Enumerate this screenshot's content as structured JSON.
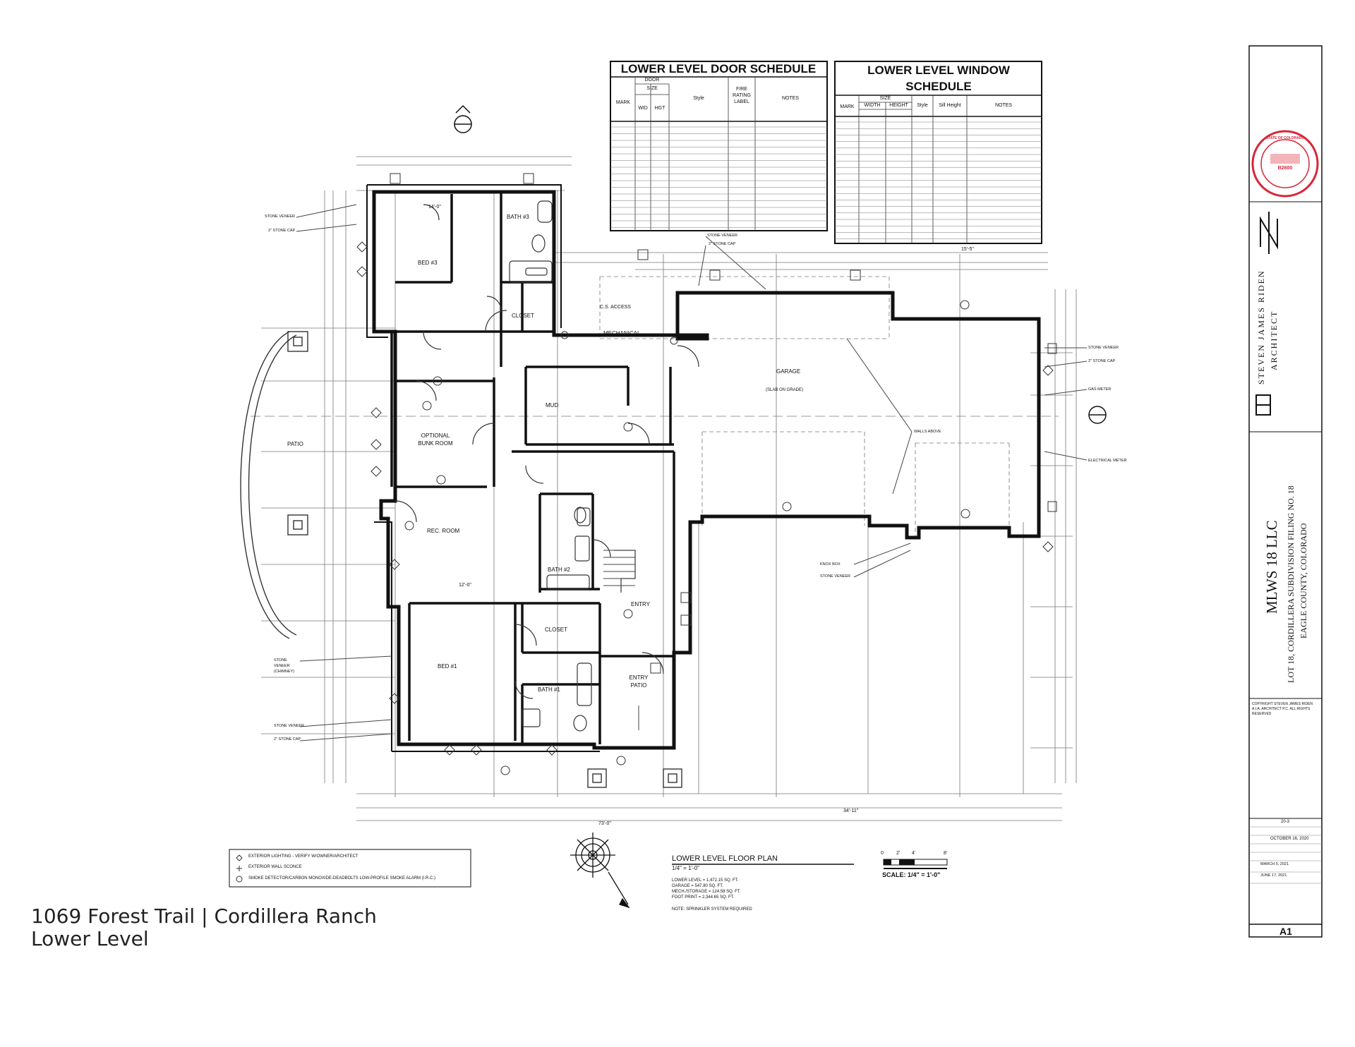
{
  "caption": {
    "line1": "1069 Forest Trail | Cordillera Ranch",
    "line2": "Lower Level"
  },
  "door_schedule": {
    "title": "LOWER LEVEL DOOR SCHEDULE",
    "headers": {
      "door": "DOOR",
      "size": "SIZE",
      "mark": "MARK",
      "wid": "WID",
      "hgt": "HGT",
      "style": "Style",
      "fire": "FIRE RATING LABEL",
      "notes": "NOTES"
    }
  },
  "window_schedule": {
    "title_line1": "LOWER LEVEL WINDOW",
    "title_line2": "SCHEDULE",
    "headers": {
      "mark": "MARK",
      "size": "SIZE",
      "width": "WIDTH",
      "height": "HEIGHT",
      "style": "Style",
      "sill": "Sill Height",
      "notes": "NOTES"
    }
  },
  "rooms": {
    "bed3": "BED #3",
    "bath3": "BATH #3",
    "closet_upper": "CLOSET",
    "mechanical": "MECHANICAL",
    "cs_access": "C.S. ACCESS",
    "garage": "GARAGE",
    "garage_note": "(SLAB ON GRADE)",
    "mud": "MUD",
    "optional_bunk": "OPTIONAL BUNK ROOM",
    "patio": "PATIO",
    "rec_room": "REC. ROOM",
    "bath2": "BATH #2",
    "entry": "ENTRY",
    "closet_lower": "CLOSET",
    "bed1": "BED #1",
    "bath1": "BATH #1",
    "entry_patio": "ENTRY PATIO"
  },
  "callouts": {
    "stone_veneer": "STONE VENEER",
    "stone_cap": "2\" STONE CAP",
    "gas_meter": "GAS METER",
    "walls_above": "WALLS ABOVE",
    "electrical_meter": "ELECTRICAL METER",
    "knox_box": "KNOX BOX",
    "stone_veneer_chimney": "STONE VENEER (CHIMNEY)"
  },
  "dimensions": {
    "overall_width": "73'-0\"",
    "right_run": "34'-11\"",
    "top_garage": "15'-5\"",
    "bed3_width": "14'-0\"",
    "rec_width": "12'-0\""
  },
  "legend": {
    "item1": "EXTERIOR LIGHTING - VERIFY W/OWNER/ARCHITECT",
    "item2": "EXTERIOR WALL SCONCE",
    "item3": "SMOKE DETECTOR/CARBON MONOXIDE-DEADBOLTS LOW-PROFILE SMOKE ALARM (I.R.C.)"
  },
  "plan_title": {
    "title": "LOWER LEVEL FLOOR PLAN",
    "scale_note": "1/4\" = 1'-0\"",
    "areas": [
      "LOWER LEVEL = 1,472.15 SQ. FT.",
      "GARAGE = 547.80 SQ. FT.",
      "MECH./STORAGE = 124.58 SQ. FT.",
      "FOOT PRINT = 2,344.65 SQ. FT."
    ],
    "sprinkler_note": "NOTE: SPRINKLER SYSTEM REQUIRED"
  },
  "scale_bar": {
    "ticks": [
      "0",
      "2'",
      "4'",
      "8'"
    ],
    "label": "SCALE: 1/4\" = 1'-0\""
  },
  "title_block": {
    "stamp_text": "STATE OF COLORADO",
    "stamp_number": "B2600",
    "architect_name": "STEVEN JAMES RIDEN",
    "architect_role": "ARCHITECT",
    "project_owner": "MLWS 18 LLC",
    "project_line2": "LOT 18, CORDILLERA SUBDIVISION FILING NO. 18",
    "project_line3": "EAGLE COUNTY, COLORADO",
    "copyright": "COPYRIGHT STEVEN JAMES RIDEN A.I.A. ARCHITECT P.C. ALL RIGHTS RESERVED",
    "project_no": "20-3",
    "date": "OCTOBER 16, 2020",
    "revisions": [
      "MARCH 5, 2021",
      "JUNE 17, 2021"
    ],
    "sheet": "A1"
  },
  "colors": {
    "line": "#111111",
    "stamp": "#d8263a"
  }
}
